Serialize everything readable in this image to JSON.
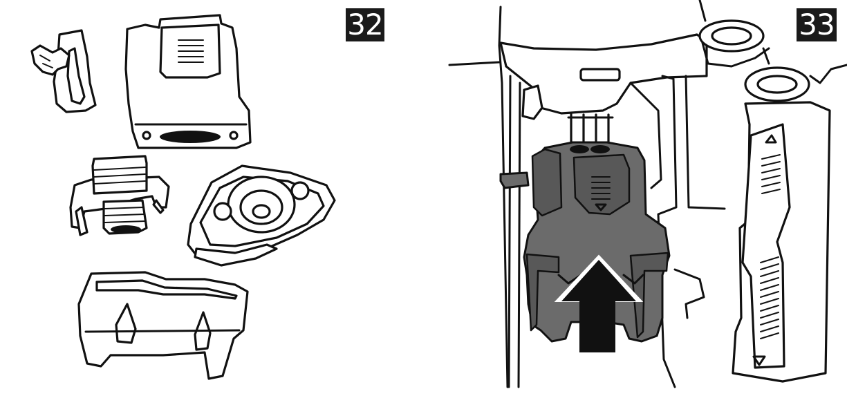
{
  "steps": [
    {
      "number": "32",
      "description_icons": [
        "valve-part",
        "top-cover",
        "coupler",
        "gasket-plate",
        "bottom-frame"
      ]
    },
    {
      "number": "33",
      "description_icons": [
        "brew-unit-installed",
        "insert-arrow"
      ]
    }
  ],
  "colors": {
    "badge_bg": "#1a1a1a",
    "badge_fg": "#ffffff",
    "part_grey": "#6b6b6b",
    "arrow": "#111111"
  }
}
